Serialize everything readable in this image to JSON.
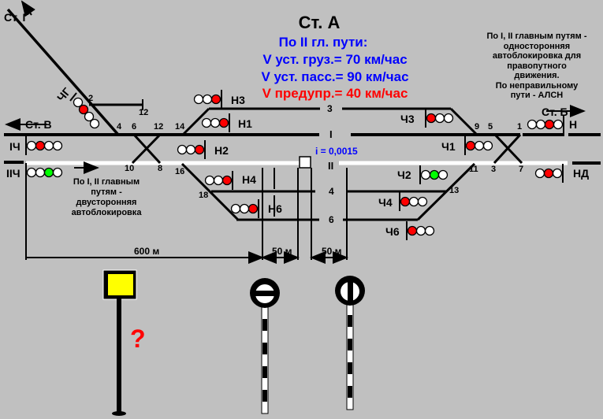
{
  "title": "Ст. А",
  "speed_header": "По II гл. пути:",
  "speed_cargo": "V уст. груз.= 70 км/час",
  "speed_pass": "V уст. пасс.= 90 км/час",
  "speed_warn": "V предупр.= 40 км/час",
  "note_right": [
    "По I, II главным путям -",
    "односторонняя",
    "автоблокировка для",
    "правопутного",
    "движения.",
    "По неправильному",
    "пути - АЛСН"
  ],
  "note_left": [
    "По I,  II главным",
    "путям -",
    "двусторонняя",
    "автоблокировка"
  ],
  "stations": {
    "g": "Ст. Г",
    "v": "Ст. В",
    "b": "Ст. Б"
  },
  "gradient": "i = 0,0015",
  "tracks": {
    "t1": "I",
    "t2": "II",
    "t3": "3",
    "t4": "4",
    "t6": "6"
  },
  "switches": [
    "2",
    "12",
    "4",
    "6",
    "12",
    "14",
    "10",
    "8",
    "16",
    "18",
    "9",
    "5",
    "1",
    "11",
    "3",
    "7",
    "13"
  ],
  "signals": [
    {
      "id": "ЧГ",
      "lamps": [
        "off",
        "red",
        "off",
        "off"
      ]
    },
    {
      "id": "IЧ",
      "lamps": [
        "off",
        "red",
        "off",
        "off"
      ]
    },
    {
      "id": "IIЧ",
      "lamps": [
        "off",
        "off",
        "green",
        "off"
      ]
    },
    {
      "id": "Н3",
      "lamps": [
        "off",
        "off",
        "red"
      ]
    },
    {
      "id": "Н1",
      "lamps": [
        "off",
        "off",
        "red"
      ]
    },
    {
      "id": "Н2",
      "lamps": [
        "off",
        "off",
        "red"
      ]
    },
    {
      "id": "Н4",
      "lamps": [
        "off",
        "off",
        "red"
      ]
    },
    {
      "id": "Н6",
      "lamps": [
        "off",
        "off",
        "red"
      ]
    },
    {
      "id": "Ч3",
      "lamps": [
        "red",
        "off",
        "off"
      ]
    },
    {
      "id": "Ч1",
      "lamps": [
        "red",
        "off",
        "off"
      ]
    },
    {
      "id": "Ч2",
      "lamps": [
        "off",
        "green",
        "off"
      ]
    },
    {
      "id": "Ч4",
      "lamps": [
        "red",
        "off",
        "off"
      ]
    },
    {
      "id": "Ч6",
      "lamps": [
        "red",
        "off",
        "off"
      ]
    },
    {
      "id": "Н",
      "lamps": [
        "off",
        "off",
        "red",
        "off"
      ]
    },
    {
      "id": "НД",
      "lamps": [
        "off",
        "red",
        "off"
      ]
    }
  ],
  "distances": [
    "600 м",
    "50 м",
    "50 м"
  ],
  "question": "?",
  "colors": {
    "red": "#ff0000",
    "green": "#00ff00",
    "off": "#ffffff",
    "blue": "#0000ff",
    "yellow": "#ffff00"
  }
}
